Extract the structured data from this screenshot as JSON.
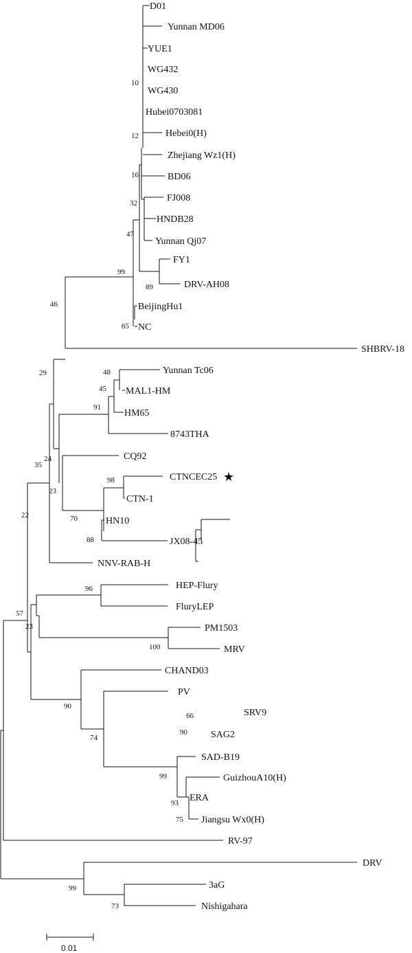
{
  "scale_bar": {
    "label": "0.01"
  },
  "marker_icon": "black-star",
  "leaves": {
    "D01": "D01",
    "YunnanMD06": "Yunnan MD06",
    "YUE1": "YUE1",
    "WG432": "WG432",
    "WG430": "WG430",
    "Hubei0703081": "Hubei0703081",
    "Hebei0H": "Hebei0(H)",
    "ZhejiangWz1H": "Zhejiang Wz1(H)",
    "BD06": "BD06",
    "FJ008": "FJ008",
    "HNDB28": "HNDB28",
    "YunnanQj07": "Yunnan Qj07",
    "FY1": "FY1",
    "DRVAH08": "DRV-AH08",
    "BeijingHu1": "BeijingHu1",
    "NC": "NC",
    "SHBRV18": "SHBRV-18",
    "YunnanTc06": "Yunnan Tc06",
    "MAL1HM": "MAL1-HM",
    "HM65": "HM65",
    "THA8743": "8743THA",
    "CQ92": "CQ92",
    "CTNCEC25": "CTNCEC25",
    "CTN1": "CTN-1",
    "HN10": "HN10",
    "JX0845": "JX08-45",
    "NNVRABH": "NNV-RAB-H",
    "HEPFlury": "HEP-Flury",
    "FluryLEP": "FluryLEP",
    "PM1503": "PM1503",
    "MRV": "MRV",
    "CHAND03": "CHAND03",
    "PV": "PV",
    "SRV9": "SRV9",
    "SAG2": "SAG2",
    "SADB19": "SAD-B19",
    "GuizhouA10H": "GuizhouA10(H)",
    "ERA": "ERA",
    "JiangsuWx0H": "Jiangsu Wx0(H)",
    "RV97": "RV-97",
    "DRV": "DRV",
    "aG3": "3aG",
    "Nishigahara": "Nishigahara"
  },
  "bootstrap": {
    "b10": "10",
    "b12": "12",
    "b16": "16",
    "b32": "32",
    "b47": "47",
    "b99a": "99",
    "b89": "89",
    "b65": "65",
    "b46": "46",
    "b48": "48",
    "b45": "45",
    "b91": "91",
    "b29": "29",
    "b24": "24",
    "b98": "98",
    "b23a": "23",
    "b70": "70",
    "b88": "88",
    "b35": "35",
    "b22": "22",
    "b96": "96",
    "b100": "100",
    "b57": "57",
    "b23b": "23",
    "b66": "66",
    "b90a": "90",
    "b90b": "90",
    "b74": "74",
    "b99b": "99",
    "b93": "93",
    "b75": "75",
    "b99c": "99",
    "b73": "73"
  }
}
